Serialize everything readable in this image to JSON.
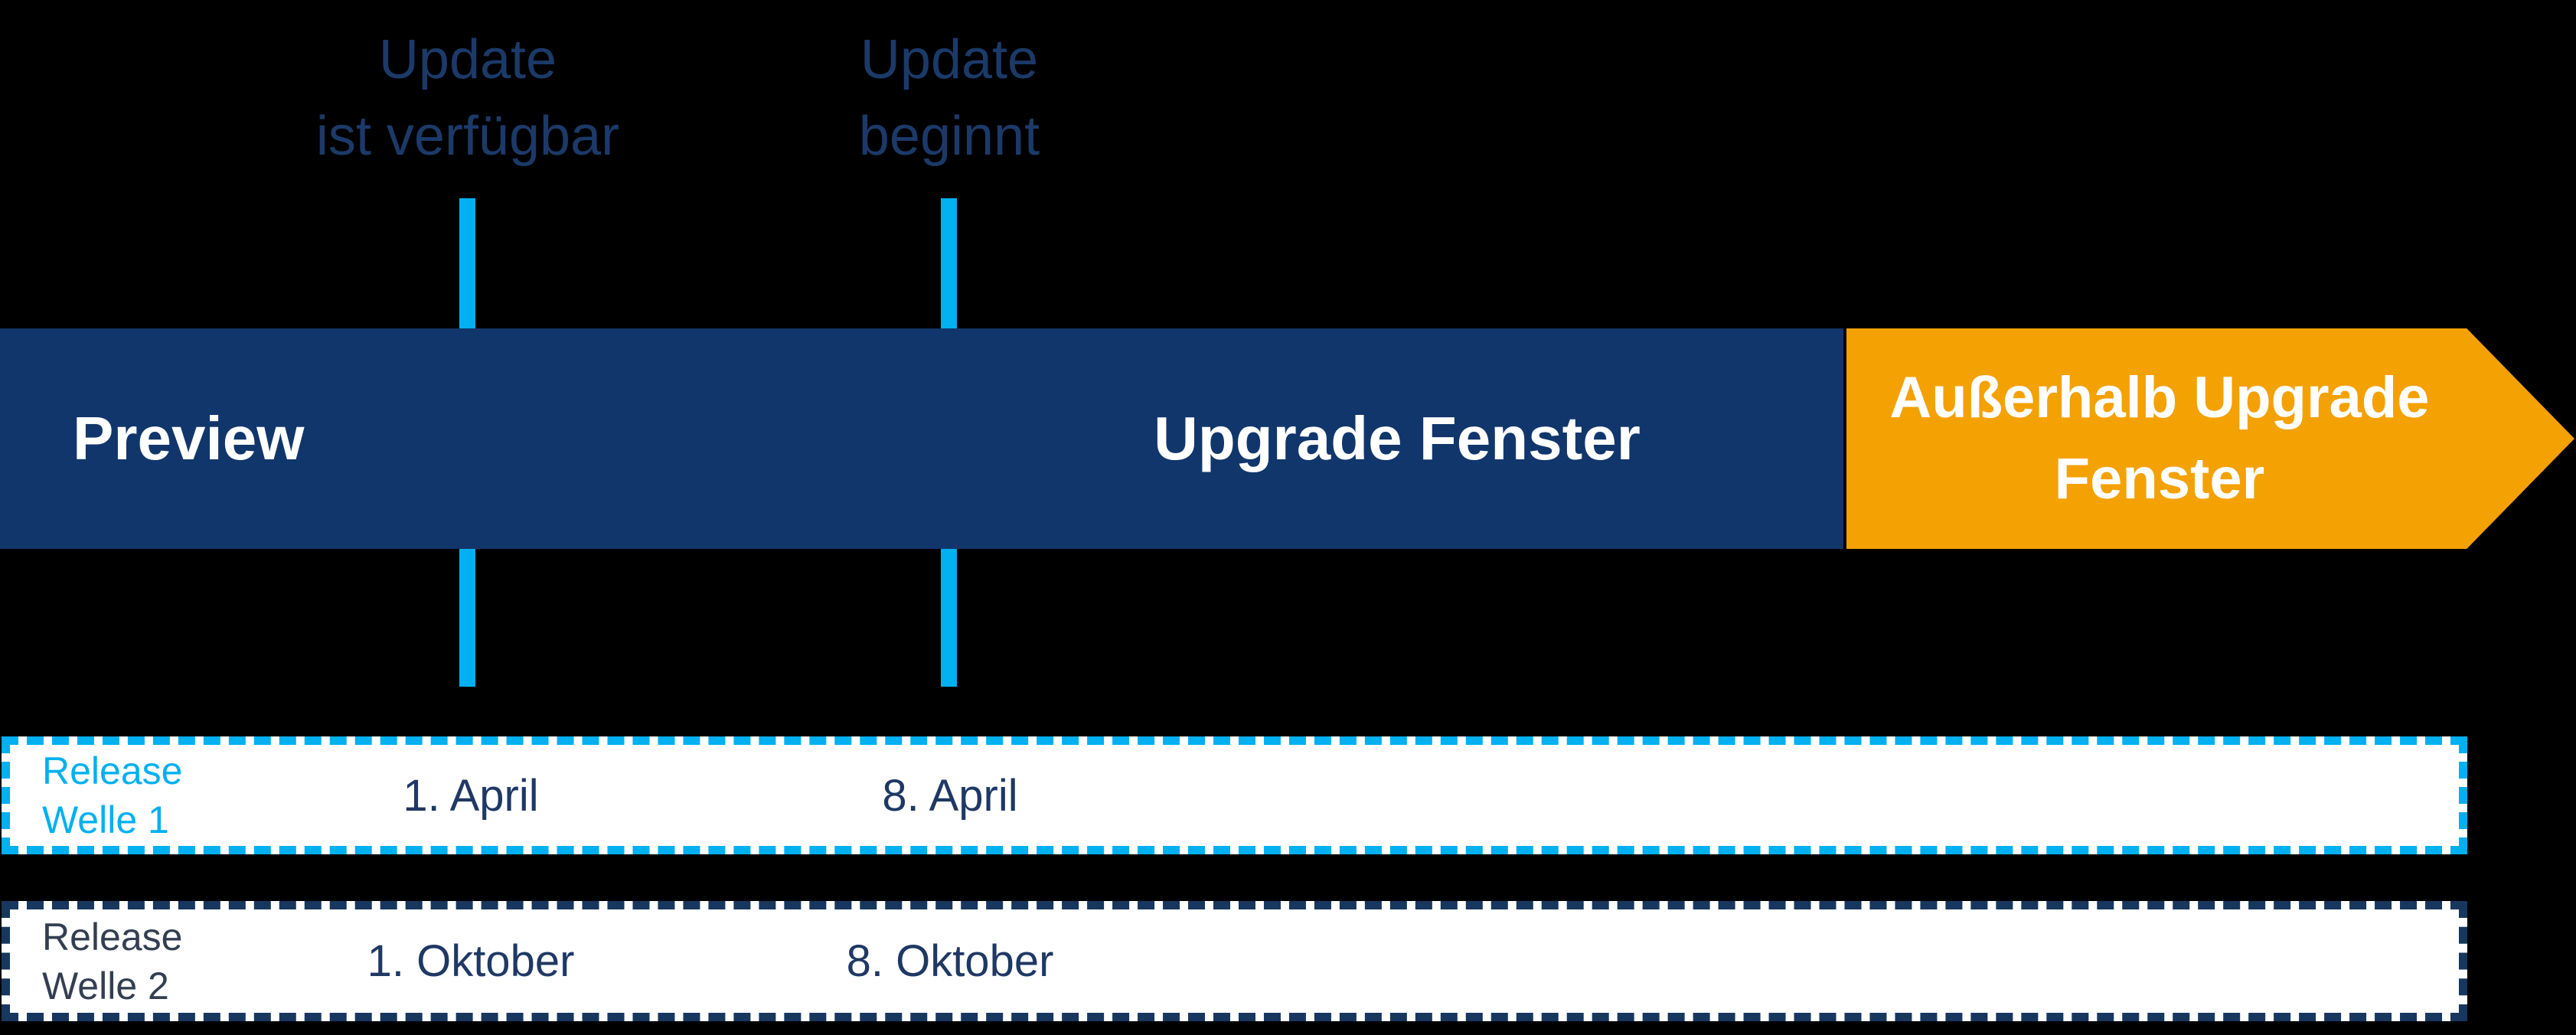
{
  "colors": {
    "background": "#000000",
    "bar-navy": "#11366B",
    "arrow-orange": "#F4A104",
    "accent-cyan": "#00B0F0",
    "text-navy": "#1B3A69",
    "date-navy": "#1F3864",
    "wave2-border": "#17375E",
    "wave2-label": "#333F50",
    "row-bg": "#FFFFFF",
    "bar-text": "#FFFFFF"
  },
  "annotations": {
    "update_available": {
      "line1": "Update",
      "line2": "ist verfügbar"
    },
    "update_begins": {
      "line1": "Update",
      "line2": "beginnt"
    }
  },
  "timeline": {
    "preview_label": "Preview",
    "upgrade_window_label": "Upgrade Fenster",
    "outside_window_line1": "Außerhalb Upgrade",
    "outside_window_line2": "Fenster"
  },
  "release_waves": [
    {
      "name_line1": "Release",
      "name_line2": "Welle 1",
      "update_available_date": "1. April",
      "update_begins_date": "8. April"
    },
    {
      "name_line1": "Release",
      "name_line2": "Welle 2",
      "update_available_date": "1. Oktober",
      "update_begins_date": "8. Oktober"
    }
  ]
}
